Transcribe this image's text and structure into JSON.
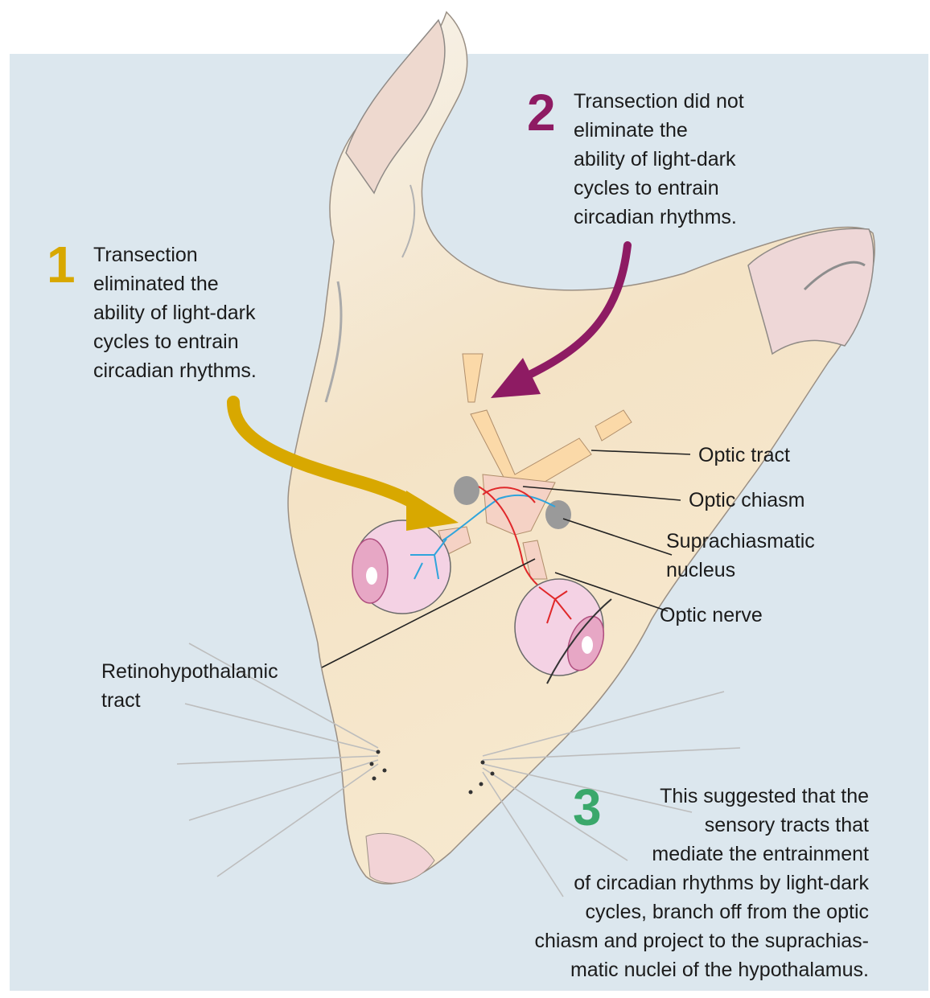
{
  "colors": {
    "background_panel": "#dce7ee",
    "head_fill": "#f3e6cc",
    "step1": "#d8a800",
    "step2": "#8e1b63",
    "step3": "#3aa86b",
    "optic_path": "#fbd9a8",
    "retina_blue": "#2fa4dc",
    "retina_red": "#e0282a",
    "eye_pink": "#e7a7c5",
    "scn_gray": "#9a9a9a"
  },
  "step1": {
    "number": "1",
    "lines": [
      "Transection",
      "eliminated the",
      "ability of light-dark",
      "cycles to entrain",
      "circadian rhythms."
    ]
  },
  "step2": {
    "number": "2",
    "lines": [
      "Transection did not",
      "eliminate the",
      "ability of light-dark",
      "cycles to entrain",
      "circadian rhythms."
    ]
  },
  "step3": {
    "number": "3",
    "lines": [
      "This suggested that the",
      "sensory tracts that",
      "mediate the entrainment",
      "of circadian rhythms by light-dark",
      "cycles, branch off from the optic",
      "chiasm and project to the suprachias-",
      "matic nuclei of the hypothalamus."
    ]
  },
  "labels": {
    "optic_tract": "Optic tract",
    "optic_chiasm": "Optic chiasm",
    "scn_line1": "Suprachiasmatic",
    "scn_line2": "nucleus",
    "optic_nerve": "Optic nerve",
    "rht_line1": "Retinohypothalamic",
    "rht_line2": "tract"
  },
  "icons": [
    "rat-head-illustration",
    "eye-icon",
    "arrow-icon"
  ]
}
